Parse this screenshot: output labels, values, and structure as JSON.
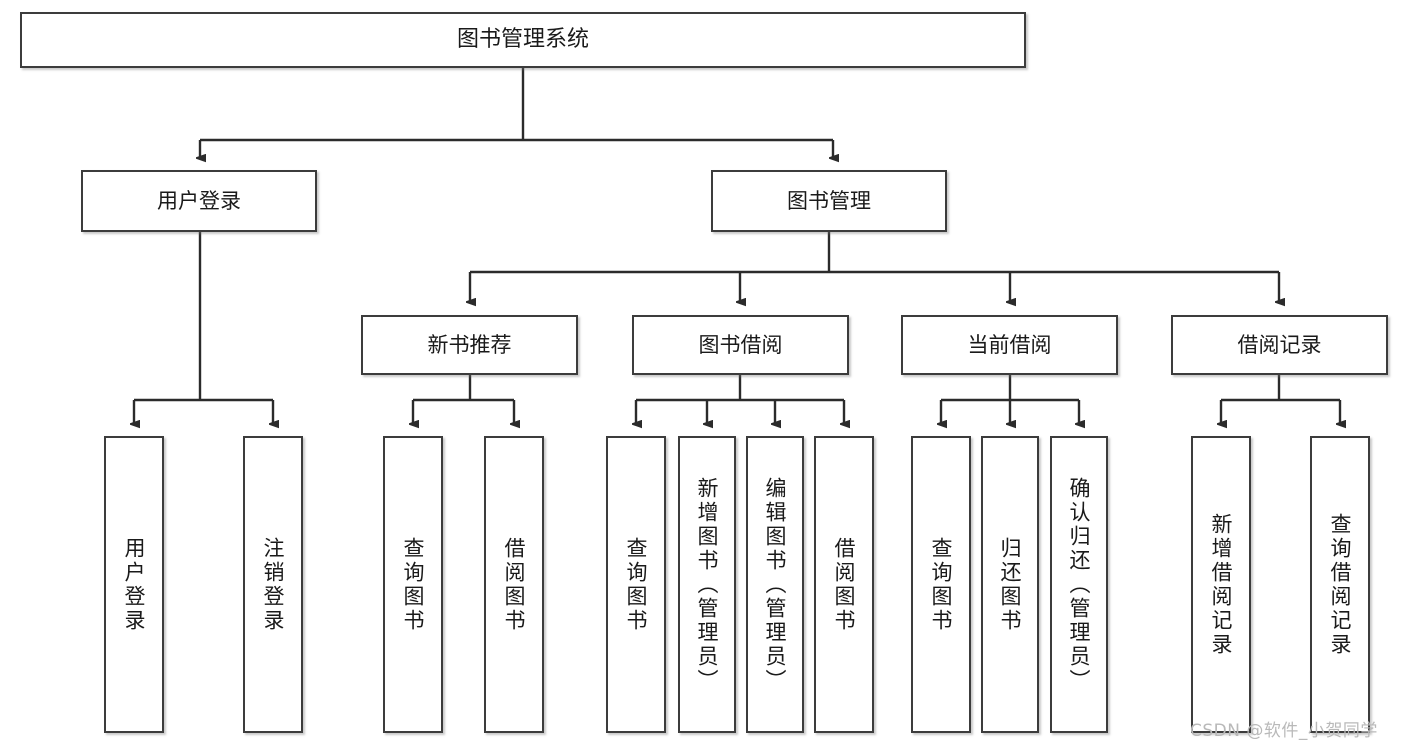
{
  "diagram": {
    "type": "tree-hierarchy",
    "orientation": "top-down",
    "root": {
      "label": "图书管理系统"
    },
    "level2": [
      {
        "label": "用户登录"
      },
      {
        "label": "图书管理"
      }
    ],
    "level3": [
      {
        "label": "新书推荐"
      },
      {
        "label": "图书借阅"
      },
      {
        "label": "当前借阅"
      },
      {
        "label": "借阅记录"
      }
    ],
    "leaves": {
      "user_login": [
        {
          "label": "用户登录"
        },
        {
          "label": "注销登录"
        }
      ],
      "new_book_recommend": [
        {
          "label": "查询图书"
        },
        {
          "label": "借阅图书"
        }
      ],
      "book_borrow": [
        {
          "label": "查询图书"
        },
        {
          "label": "新增图书（管理员）"
        },
        {
          "label": "编辑图书（管理员）"
        },
        {
          "label": "借阅图书"
        }
      ],
      "current_borrow": [
        {
          "label": "查询图书"
        },
        {
          "label": "归还图书"
        },
        {
          "label": "确认归还（管理员）"
        }
      ],
      "borrow_record": [
        {
          "label": "新增借阅记录"
        },
        {
          "label": "查询借阅记录"
        }
      ]
    }
  },
  "watermark": {
    "text": "CSDN @软件_小贺同学"
  },
  "colors": {
    "box_border": "#3c3c3c",
    "box_fill": "#ffffff",
    "connector": "#2b2b2b",
    "text": "#1a1a1a",
    "watermark": "#b9b9b9",
    "background": "#ffffff"
  }
}
